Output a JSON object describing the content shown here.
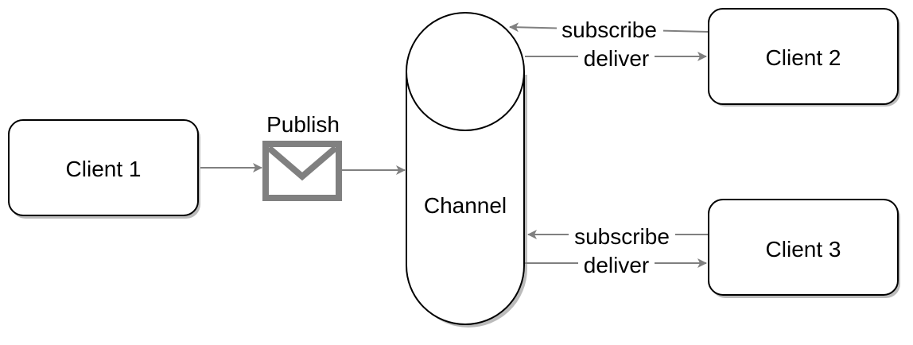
{
  "diagram": {
    "nodes": {
      "client1": "Client 1",
      "client2": "Client 2",
      "client3": "Client 3",
      "channel": "Channel"
    },
    "message": {
      "label": "Publish",
      "icon": "envelope-icon"
    },
    "edges": {
      "client2_subscribe": "subscribe",
      "client2_deliver": "deliver",
      "client3_subscribe": "subscribe",
      "client3_deliver": "deliver"
    }
  },
  "colors": {
    "node_stroke": "#000000",
    "node_fill": "#ffffff",
    "shadow": "#bbbbbb",
    "edge": "#808080",
    "icon": "#808080",
    "text": "#000000"
  }
}
